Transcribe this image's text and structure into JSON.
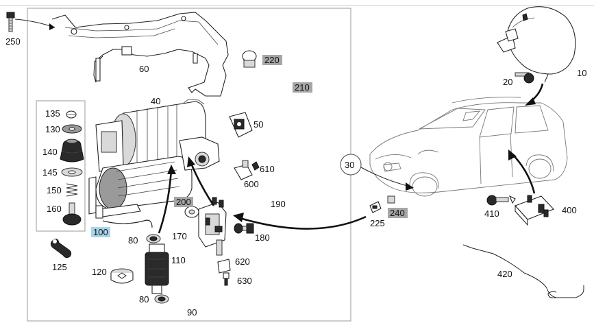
{
  "labels": {
    "p250": "250",
    "p60": "60",
    "p220": "220",
    "p210": "210",
    "p40": "40",
    "p50": "50",
    "p610": "610",
    "p600": "600",
    "p190": "190",
    "p200": "200",
    "p170": "170",
    "p180": "180",
    "p620": "620",
    "p630": "630",
    "p110": "110",
    "p80a": "80",
    "p80b": "80",
    "p90": "90",
    "p120": "120",
    "p100": "100",
    "p125": "125",
    "p135": "135",
    "p130": "130",
    "p140": "140",
    "p145": "145",
    "p150": "150",
    "p160": "160",
    "p10": "10",
    "p20": "20",
    "p30": "30",
    "p225": "225",
    "p240": "240",
    "p410": "410",
    "p400": "400",
    "p420": "420"
  },
  "colors": {
    "highlight_grey": "#a6a6a6",
    "highlight_blue": "#a9d4ec",
    "frame": "#999999",
    "ink": "#111111"
  }
}
